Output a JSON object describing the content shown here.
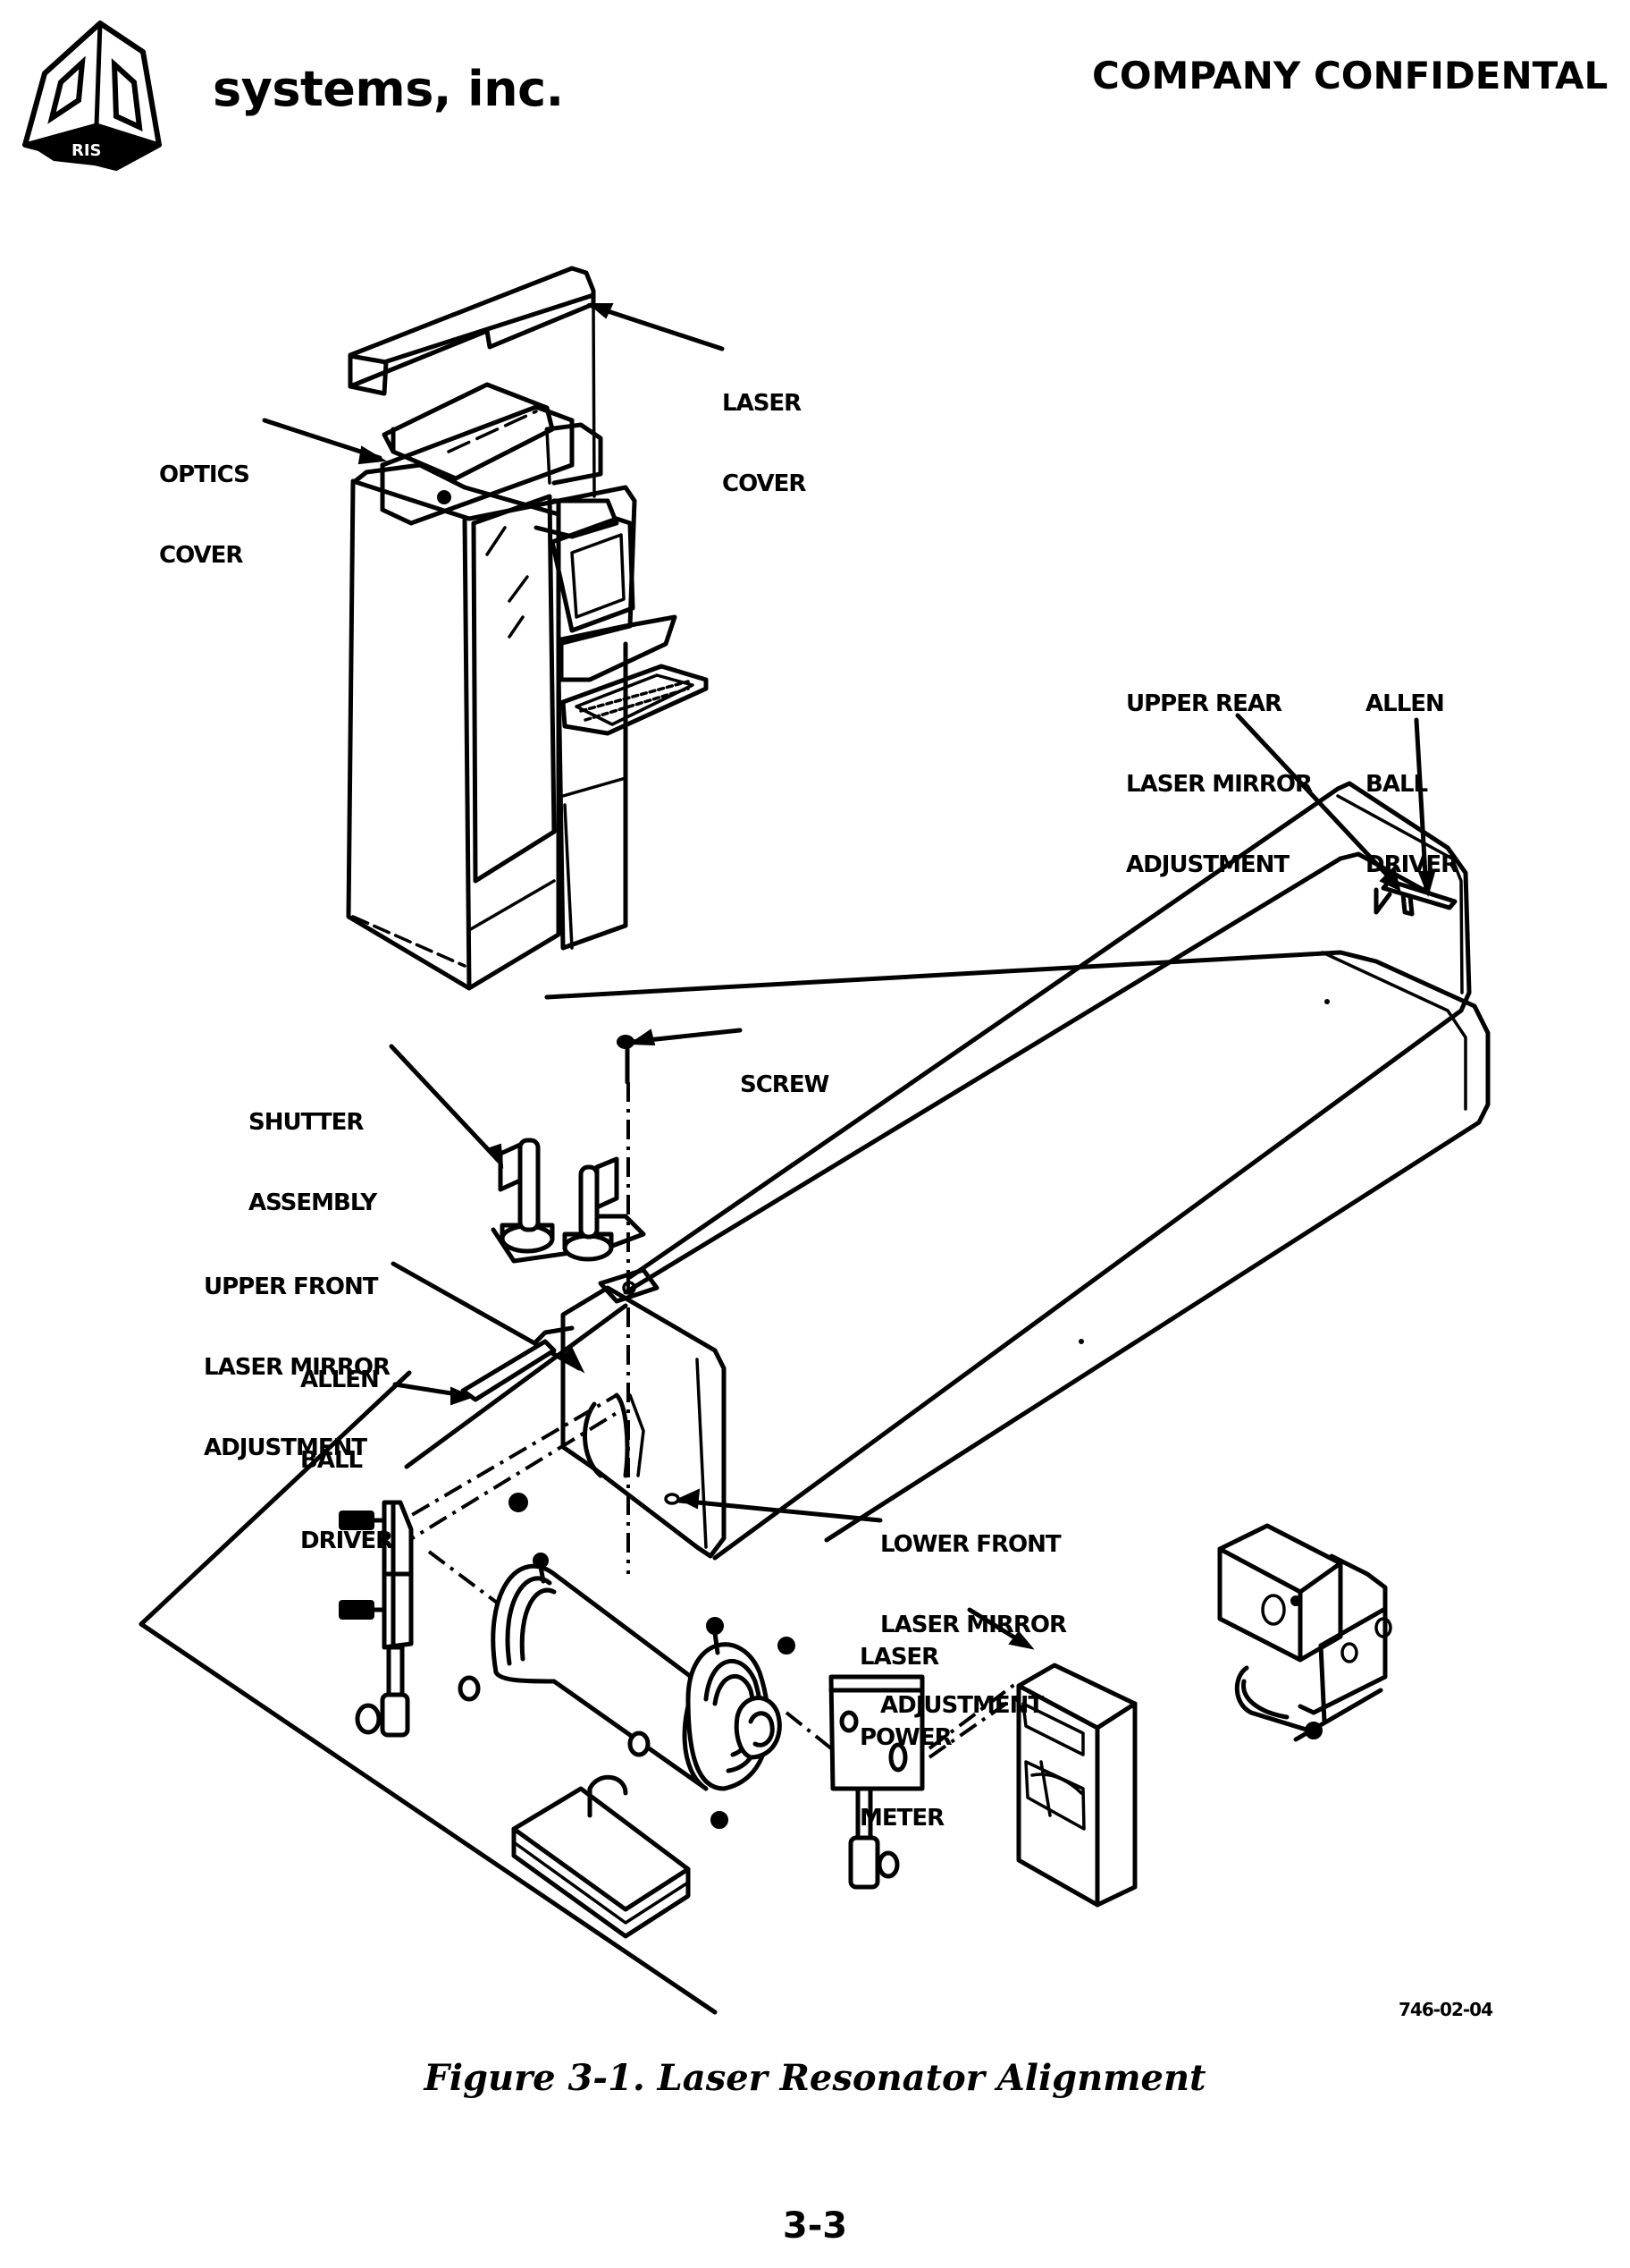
{
  "header": {
    "company_name": "systems, inc.",
    "logo_icon": "3d-systems-cube-logo",
    "confidential_notice": "COMPANY CONFIDENTAL"
  },
  "diagram": {
    "callouts": {
      "laser_cover": [
        "LASER",
        "COVER"
      ],
      "optics_cover": [
        "OPTICS",
        "COVER"
      ],
      "upper_rear_mirror": [
        "UPPER REAR",
        "LASER MIRROR",
        "ADJUSTMENT"
      ],
      "allen_ball_driver_rear": [
        "ALLEN",
        "BALL",
        "DRIVER"
      ],
      "screw": [
        "SCREW"
      ],
      "shutter_assembly": [
        "SHUTTER",
        "ASSEMBLY"
      ],
      "upper_front_mirror": [
        "UPPER FRONT",
        "LASER MIRROR",
        "ADJUSTMENT"
      ],
      "allen_ball_driver_front": [
        "ALLEN",
        "BALL",
        "DRIVER"
      ],
      "lower_front_mirror": [
        "LOWER FRONT",
        "LASER MIRROR",
        "ADJUSTMENT"
      ],
      "laser_power_meter": [
        "LASER",
        "POWER",
        "METER"
      ]
    },
    "drawing_number": "746-02-04",
    "components": [
      "sla-machine-cabinet",
      "laser-tube",
      "shutter-assembly",
      "beam-expander",
      "mirror-mount",
      "beam-splitter-mount",
      "laser-power-meter",
      "detector-head"
    ]
  },
  "caption": "Figure 3-1.  Laser Resonator Alignment",
  "footer": {
    "page_number": "3-3"
  }
}
